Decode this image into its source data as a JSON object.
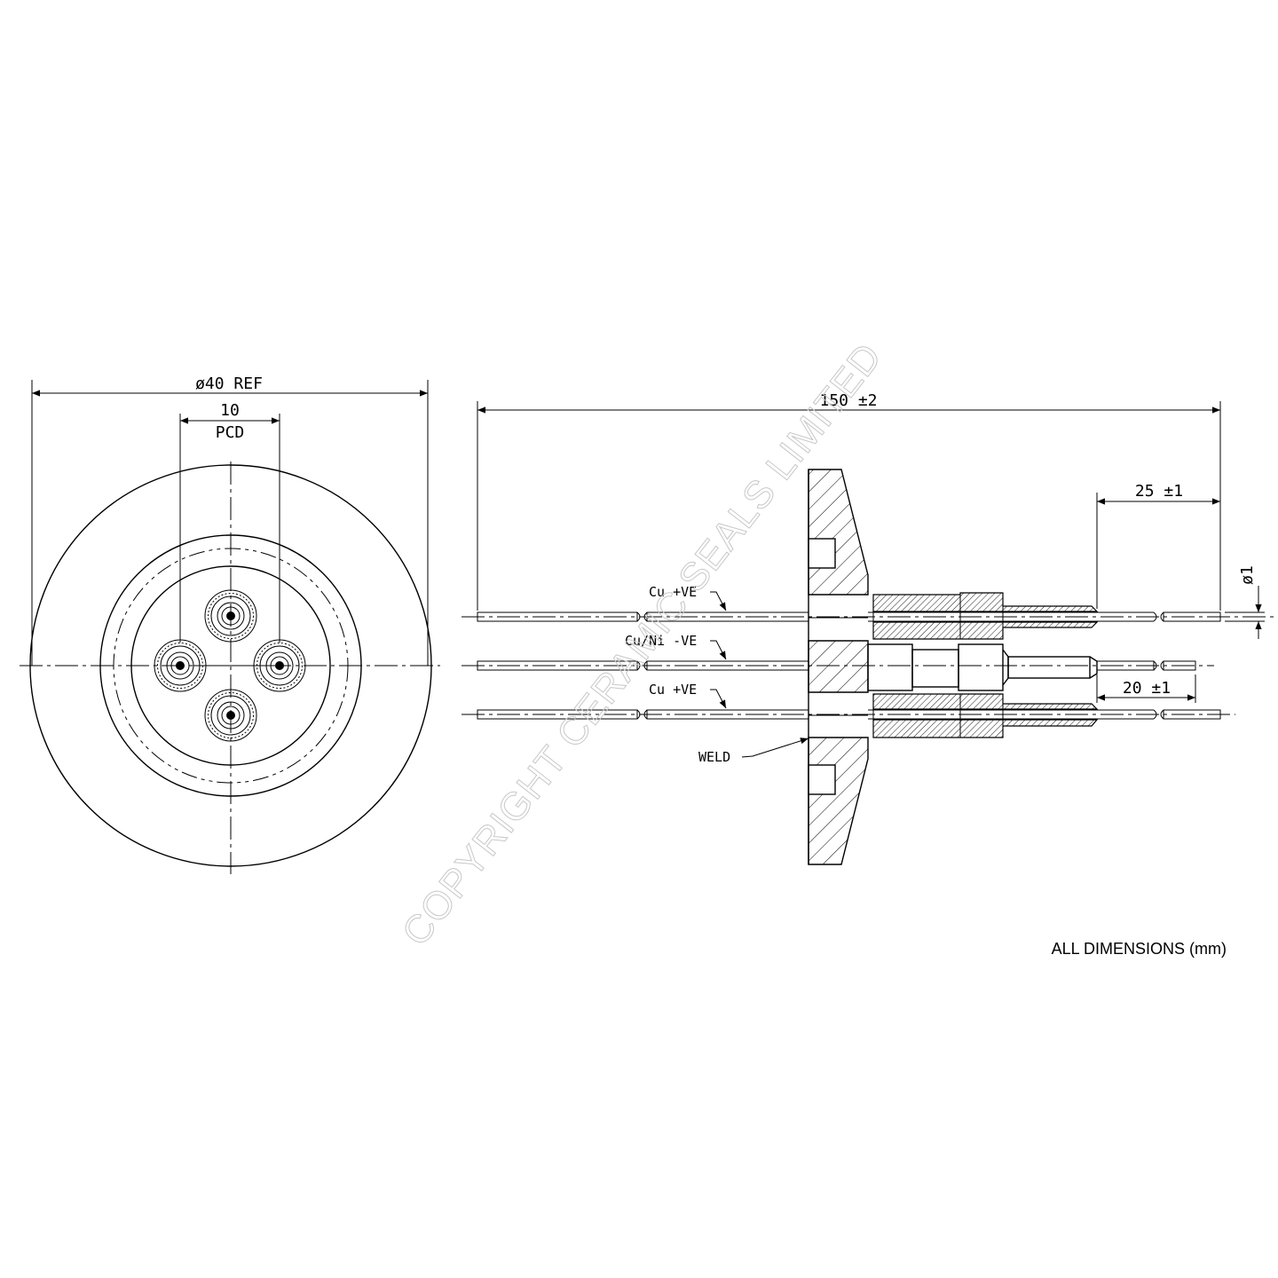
{
  "front_view": {
    "diameter_label": "ø40 REF",
    "pcd_value": "10",
    "pcd_label": "PCD"
  },
  "side_view": {
    "length_label": "150 ±2",
    "exposed_length_label": "25 ±1",
    "pin_length_label": "20 ±1",
    "wire_diameter_label": "ø1",
    "conductor_top_label": "Cu +VE",
    "conductor_middle_label": "Cu/Ni -VE",
    "conductor_bottom_label": "Cu +VE",
    "weld_label": "WELD"
  },
  "footer": {
    "units_note": "ALL DIMENSIONS (mm)"
  },
  "watermark": {
    "text": "COPYRIGHT CERAMIC SEALS LIMITED",
    "color": "#c8c8c8"
  }
}
